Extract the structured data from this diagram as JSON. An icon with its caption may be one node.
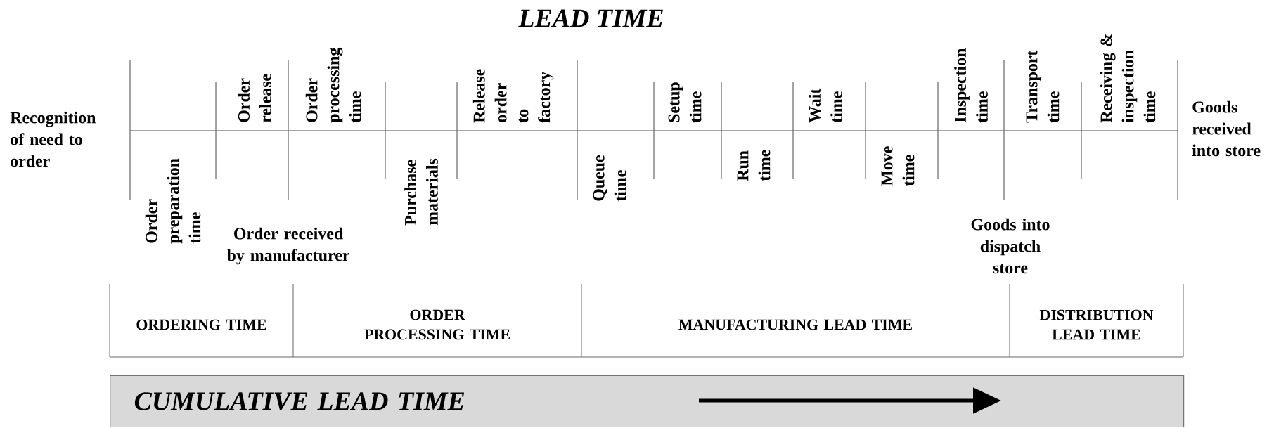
{
  "diagram": {
    "title": "LEAD TIME",
    "nodes": [
      {
        "text": [
          "ORDERING TIME"
        ]
      },
      {
        "text": [
          "ORDER PROCESSING TIME"
        ]
      },
      {
        "text": [
          "MANUFACTURING LEAD TIME"
        ]
      },
      {
        "text": [
          "DISTRIBUTION LEAD TIME"
        ]
      },
      {
        "text": [
          "CUMULATIVE LEAD TIME"
        ]
      }
    ],
    "labels": [
      "Order release",
      "Order processing time",
      "Release order to factory",
      "Setup time",
      "Wait time",
      "Inspection time",
      "Transport time",
      "Receiving & inspection time",
      "Recognition of need to order",
      "Goods received into store",
      "Order preparation time",
      "Purchase materials",
      "Queue time",
      "Run time",
      "Move time",
      "Order received by manufacturer",
      "Goods into dispatch store"
    ]
  }
}
